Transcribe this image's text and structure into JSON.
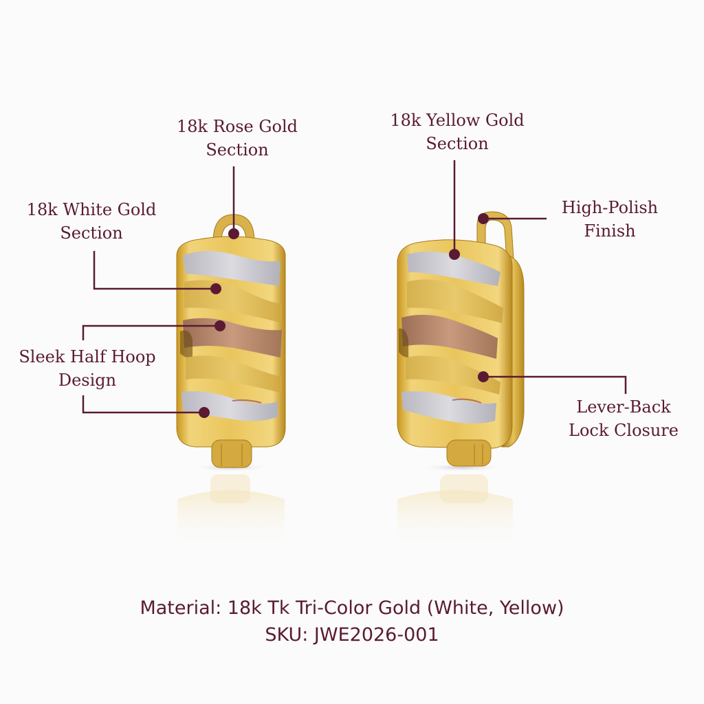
{
  "theme": {
    "background": "#fbfbfb",
    "annotation_color": "#5a1a32",
    "yellow_gold": "#e6c25a",
    "yellow_gold_dark": "#b8891f",
    "white_gold": "#c9c8cf",
    "rose_gold": "#b98a6e"
  },
  "product": {
    "type": "Tri-color gold half hoop lever-back earrings",
    "views": [
      "front view",
      "angled view"
    ]
  },
  "callouts": [
    {
      "id": "rose-gold",
      "lines": [
        "18k Rose Gold",
        "Section"
      ]
    },
    {
      "id": "white-gold",
      "lines": [
        "18k White Gold",
        "Section"
      ]
    },
    {
      "id": "half-hoop",
      "lines": [
        "Sleek Half Hoop",
        "Design"
      ]
    },
    {
      "id": "yellow-gold",
      "lines": [
        "18k Yellow Gold",
        "Section"
      ]
    },
    {
      "id": "high-polish",
      "lines": [
        "High-Polish",
        "Finish"
      ]
    },
    {
      "id": "lever-back",
      "lines": [
        "Lever-Back",
        "Lock Closure"
      ]
    }
  ],
  "footer": {
    "material": "Material: 18k Tk Tri-Color Gold (White, Yellow)",
    "sku": "SKU: JWE2026-001"
  }
}
